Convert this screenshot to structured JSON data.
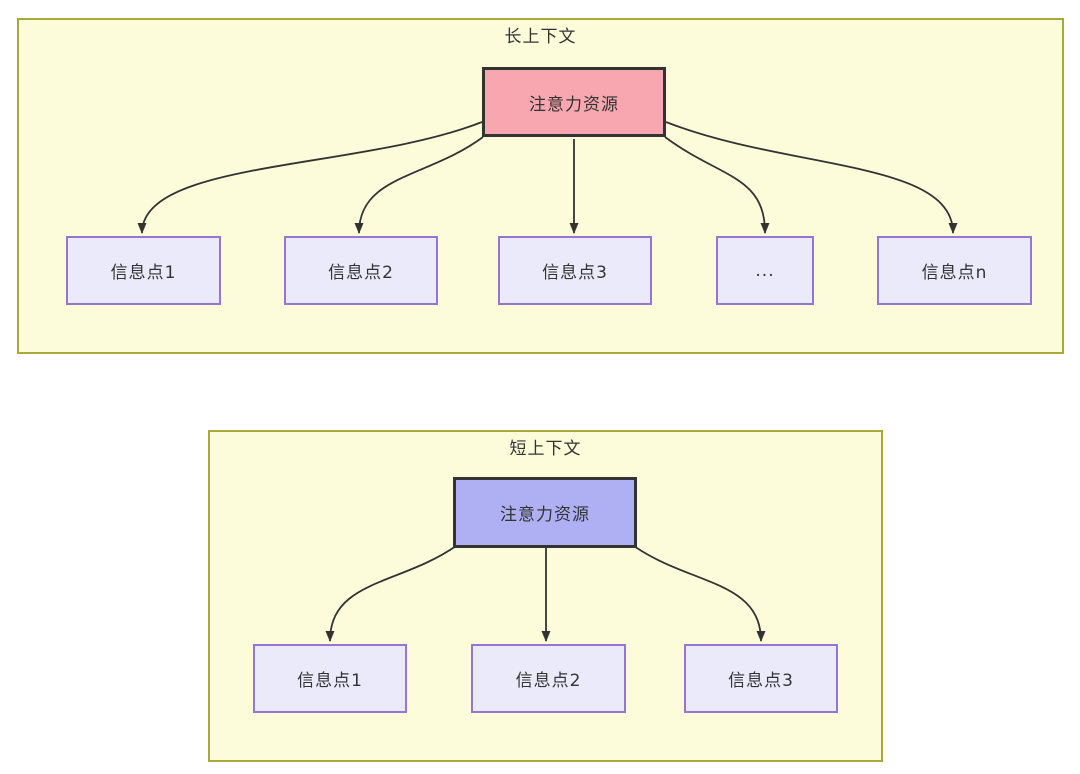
{
  "colors": {
    "panel_bg": "#fcfcdb",
    "panel_border": "#a9a93b",
    "attention_pink": "#f8a6b0",
    "attention_purple": "#aeb0f3",
    "node_bg": "#eaeafb",
    "node_border": "#9775d3",
    "line": "#333333",
    "text": "#333333"
  },
  "long_context": {
    "title": "长上下文",
    "attention_label": "注意力资源",
    "nodes": [
      "信息点1",
      "信息点2",
      "信息点3",
      "...",
      "信息点n"
    ]
  },
  "short_context": {
    "title": "短上下文",
    "attention_label": "注意力资源",
    "nodes": [
      "信息点1",
      "信息点2",
      "信息点3"
    ]
  }
}
